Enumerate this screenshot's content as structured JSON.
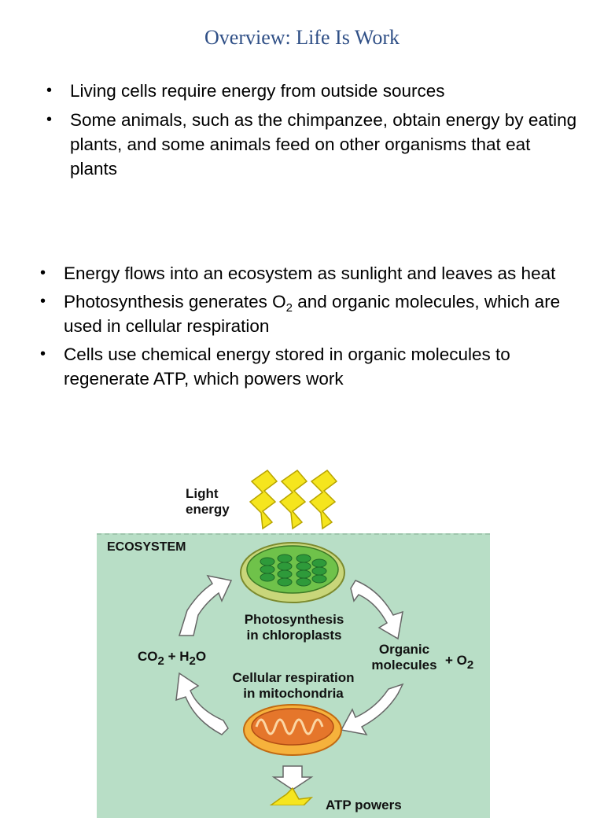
{
  "slide": {
    "title": "Overview: Life Is Work",
    "bullets_top": [
      "Living cells require energy from outside sources",
      "Some animals, such as the chimpanzee, obtain energy by eating plants, and some animals feed on other organisms that eat plants"
    ],
    "bullets_bottom": {
      "b1": "Energy flows into an ecosystem as sunlight and leaves as heat",
      "b2_pre": "Photosynthesis generates O",
      "b2_sub": "2",
      "b2_post": " and organic molecules, which are used in cellular respiration",
      "b3": "Cells use chemical energy stored in organic molecules to regenerate ATP, which powers work"
    }
  },
  "diagram": {
    "light_line1": "Light",
    "light_line2": "energy",
    "ecosystem": "ECOSYSTEM",
    "photo_line1": "Photosynthesis",
    "photo_line2": "in chloroplasts",
    "resp_line1": "Cellular respiration",
    "resp_line2": "in mitochondria",
    "organic_line1": "Organic",
    "organic_line2": "molecules",
    "o2_plus": "+ O",
    "o2_sub": "2",
    "co2_a": "CO",
    "co2_sub": "2",
    "co2_b": " + H",
    "h2o_sub": "2",
    "h2o_c": "O",
    "atp": "ATP powers",
    "colors": {
      "ecosystem_bg": "#b8dec6",
      "bolt": "#f5e51e",
      "chloroplast": "#4caf50",
      "mitochondrion": "#f08a2a",
      "title": "#2f4f86"
    }
  }
}
